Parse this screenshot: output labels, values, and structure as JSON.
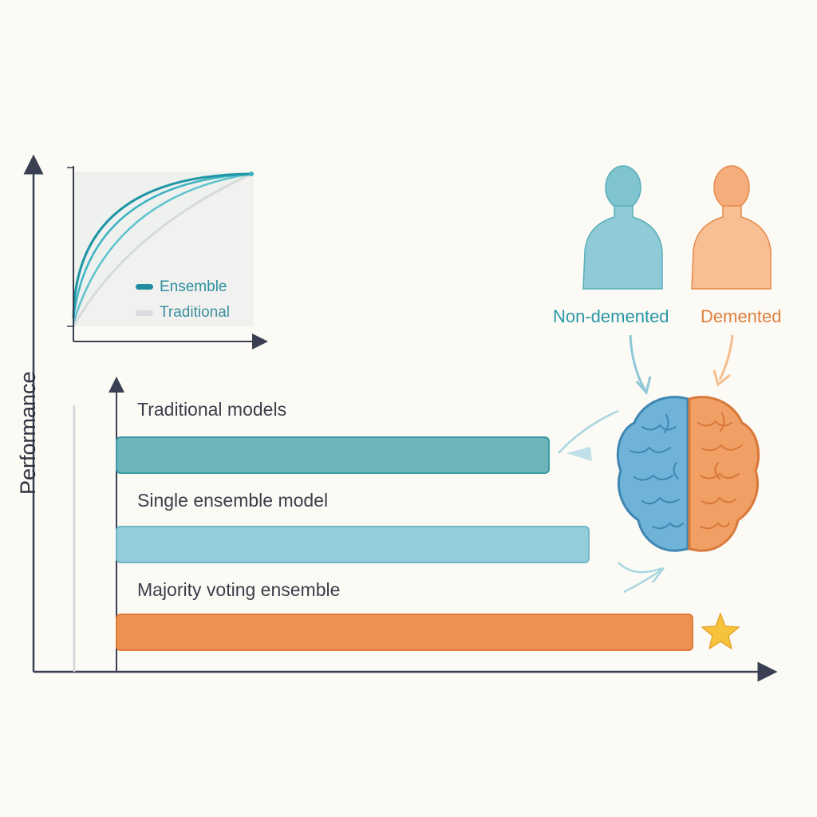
{
  "colors": {
    "teal": "#2a97a7",
    "teal_bar": "#6db5bb",
    "light_blue_bar": "#93cdd9",
    "orange": "#e8894a",
    "orange_bar": "#ec9152",
    "axis": "#3a4052",
    "background": "#fbfaf5",
    "star": "#f6c33b"
  },
  "axis_title": "Performance",
  "roc_legend": {
    "ensemble": "Ensemble",
    "traditional": "Traditional"
  },
  "classes": {
    "non_demented": "Non-demented",
    "demented": "Demented"
  },
  "icons": [
    "person-icon",
    "brain-icon",
    "star-icon",
    "arrow-icon"
  ],
  "bars": [
    {
      "label": "Traditional models",
      "color": "teal_bar",
      "relative_performance": 0.75
    },
    {
      "label": "Single ensemble model",
      "color": "light_blue_bar",
      "relative_performance": 0.82
    },
    {
      "label": "Majority voting ensemble",
      "color": "orange_bar",
      "relative_performance": 1.0
    }
  ]
}
